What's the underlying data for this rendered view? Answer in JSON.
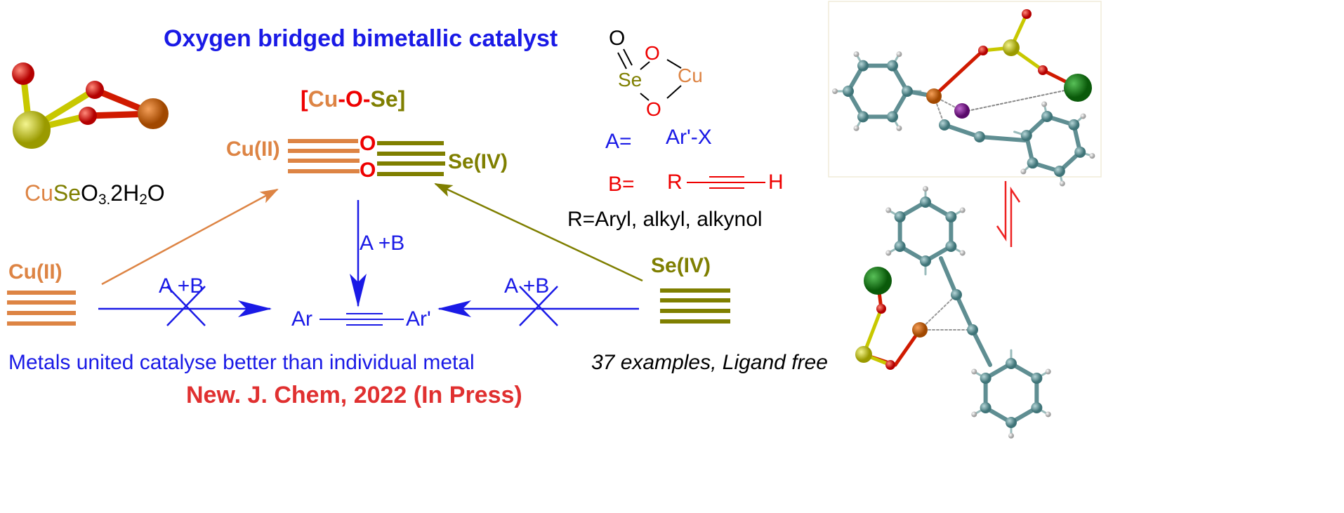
{
  "title": "Oxygen bridged bimetallic catalyst",
  "bracket_formula": {
    "open": "[",
    "cu": "Cu",
    "dash1": "-",
    "o": "O",
    "dash2": "-",
    "se": "Se",
    "close": "]"
  },
  "center_complex": {
    "left_label": "Cu(II)",
    "right_label": "Se(IV)",
    "oxygen_top": "O",
    "oxygen_bottom": "O"
  },
  "salt_formula": {
    "cu": "Cu",
    "se": "Se",
    "rest": "O",
    "sub3": "3.",
    "water": "2H",
    "sub2": "2",
    "o": "O"
  },
  "ring_structure": {
    "o_double": "O",
    "se": "Se",
    "o_top": "O",
    "cu": "Cu",
    "o_bottom": "O"
  },
  "definitions": {
    "a_label": "A=",
    "a_value": "Ar'-X",
    "b_label": "B=",
    "b_r": "R",
    "b_h": "H",
    "r_definition": "R=Aryl, alkyl, alkynol"
  },
  "reaction": {
    "reagents_center": "A +B",
    "reagents_left": "A +B",
    "reagents_right": "A +B",
    "product_left": "Ar",
    "product_right": "Ar'",
    "left_metal": "Cu(II)",
    "right_metal": "Se(IV)"
  },
  "caption": "Metals united catalyse  better than individual metal",
  "examples": "37 examples, Ligand free",
  "citation": "New. J. Chem, 2022 (In Press)",
  "colors": {
    "blue": "#1a1ae6",
    "copper": "#dd8444",
    "selenium": "#7f7f00",
    "oxygen": "#ee0000",
    "citation": "#e03030"
  }
}
